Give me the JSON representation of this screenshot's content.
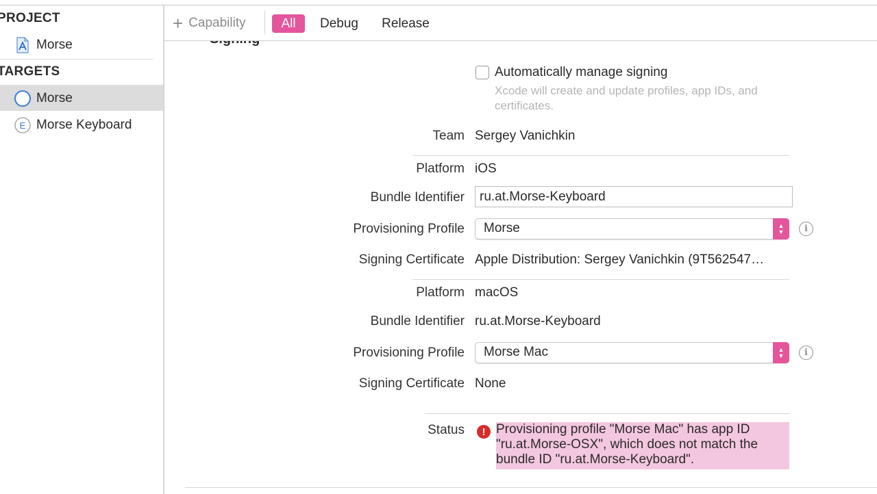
{
  "sidebar": {
    "project_header": "PROJECT",
    "project_item": "Morse",
    "targets_header": "TARGETS",
    "targets": [
      {
        "label": "Morse",
        "selected": true
      },
      {
        "label": "Morse Keyboard",
        "selected": false
      }
    ]
  },
  "toolbar": {
    "capability_label": "Capability",
    "filters": [
      "All",
      "Debug",
      "Release"
    ],
    "active_filter": "All",
    "accent_color": "#e4559c"
  },
  "signing": {
    "section_title": "Signing",
    "auto_manage_label": "Automatically manage signing",
    "auto_manage_checked": false,
    "auto_manage_description": "Xcode will create and update profiles, app IDs, and certificates.",
    "team_label": "Team",
    "team_value": "Sergey Vanichkin",
    "ios": {
      "platform_label": "Platform",
      "platform_value": "iOS",
      "bundle_label": "Bundle Identifier",
      "bundle_value": "ru.at.Morse-Keyboard",
      "profile_label": "Provisioning Profile",
      "profile_value": "Morse",
      "cert_label": "Signing Certificate",
      "cert_value": "Apple Distribution: Sergey Vanichkin (9T562547…"
    },
    "macos": {
      "platform_label": "Platform",
      "platform_value": "macOS",
      "bundle_label": "Bundle Identifier",
      "bundle_value": "ru.at.Morse-Keyboard",
      "profile_label": "Provisioning Profile",
      "profile_value": "Morse Mac",
      "cert_label": "Signing Certificate",
      "cert_value": "None"
    },
    "status_label": "Status",
    "status_message": "Provisioning profile \"Morse Mac\" has app ID \"ru.at.Morse-OSX\", which does not match the bundle ID \"ru.at.Morse-Keyboard\".",
    "error_color": "#d92b2b"
  },
  "icons": {
    "project": "xcode-project-icon",
    "app_target": "app-target-icon",
    "extension_target": "extension-icon",
    "info": "info-icon",
    "error": "error-icon",
    "add": "plus-icon",
    "disclosure": "disclosure-triangle-icon",
    "popup_arrows": "popup-stepper-icon"
  }
}
